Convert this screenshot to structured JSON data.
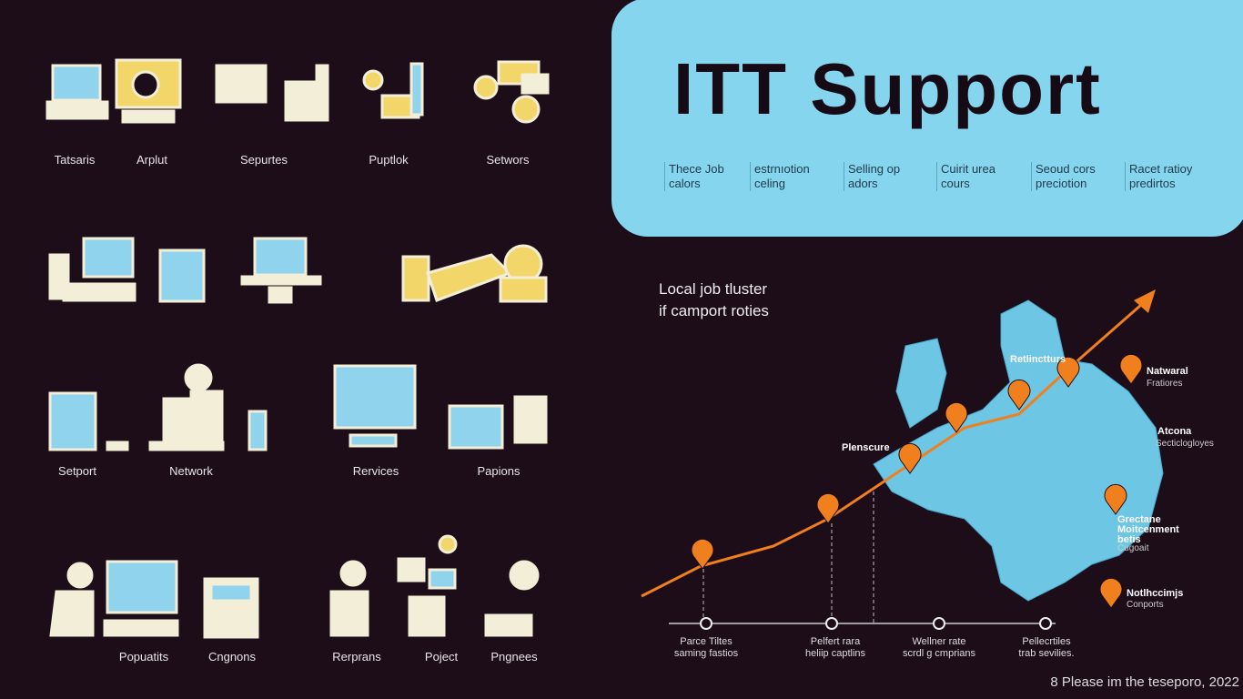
{
  "header": {
    "title": "ITT Support",
    "columns": [
      {
        "line1": "Thece Job",
        "line2": "calors"
      },
      {
        "line1": "estrnıotion",
        "line2": "celing"
      },
      {
        "line1": "Selling op",
        "line2": "adors"
      },
      {
        "line1": "Cuirit urea",
        "line2": "cours"
      },
      {
        "line1": "Seoud cors",
        "line2": "preciotion"
      },
      {
        "line1": "Racet ratioy",
        "line2": "predirtos"
      }
    ]
  },
  "icons": {
    "row1": [
      "Tatsaris",
      "Arplut",
      "Sepurtes",
      "Puptlok",
      "Setwors"
    ],
    "row3": [
      "Setport",
      "Network",
      "Rervices",
      "Papions"
    ],
    "row4": [
      "Popuatits",
      "Cngnons",
      "Rerprans",
      "Poject",
      "Pngnees"
    ]
  },
  "map": {
    "subtitle_line1": "Local job tluster",
    "subtitle_line2": "if camport roties",
    "pins": [
      {
        "label": "Retlinctturs",
        "sub": ""
      },
      {
        "label": "Natwaral",
        "sub": "Fratiores"
      },
      {
        "label": "Atcona",
        "sub": "Secticlogloyes"
      },
      {
        "label": "Plenscure",
        "sub": ""
      },
      {
        "label": "Grectane Moitcenment betis",
        "sub": "Cugoait"
      },
      {
        "label": "Notlhccimjs",
        "sub": "Conports"
      }
    ]
  },
  "timeline": [
    {
      "line1": "Parce Tiltes",
      "line2": "saming fastios"
    },
    {
      "line1": "Pelfert rara",
      "line2": "heliip captlins"
    },
    {
      "line1": "Wellner rate",
      "line2": "scrdl g cmprians"
    },
    {
      "line1": "Pellecrtiles",
      "line2": "trab sevilies."
    }
  ],
  "footer": "8 Please im the teseporo, 2022",
  "colors": {
    "background": "#1d0d19",
    "panel": "#86d5ee",
    "accent": "#f07f1e",
    "icon_blue": "#8fd3ec",
    "icon_yellow": "#f2d66a",
    "icon_cream": "#f2eed8"
  }
}
